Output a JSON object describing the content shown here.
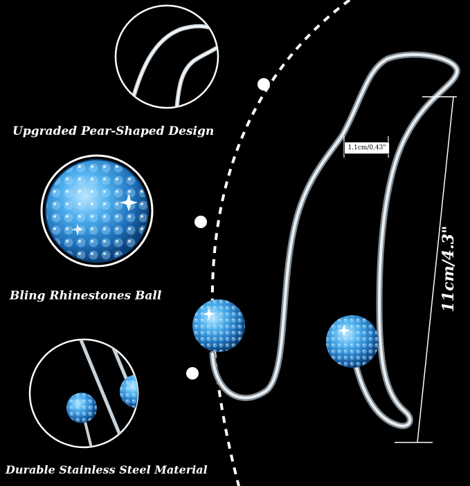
{
  "features": [
    {
      "caption": "Upgraded Pear-Shaped Design",
      "icon": "pear-hook-closeup"
    },
    {
      "caption": "Bling Rhinestones Ball",
      "icon": "rhinestone-ball-closeup"
    },
    {
      "caption": "Durable Stainless Steel Material",
      "icon": "steel-rods-closeup"
    }
  ],
  "dimensions": {
    "width": "1.1cm/0.43\"",
    "height": "11cm/4.3\""
  },
  "colors": {
    "background": "#000000",
    "rhinestone": "#3a9ad8",
    "steel": "#d6dde3",
    "text": "#ffffff"
  }
}
